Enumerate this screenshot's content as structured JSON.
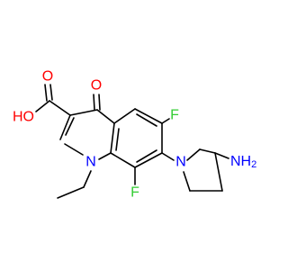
{
  "colors": {
    "bond": "#000000",
    "oxygen": "#ff0000",
    "nitrogen": "#0000ff",
    "fluorine": "#33cc33",
    "background": "#ffffff"
  },
  "atoms": {
    "carbonyl_o": "O",
    "acid_oh": "HO",
    "acid_o": "O",
    "n1": "N",
    "f6": "F",
    "f8": "F",
    "n_pyrrolidine": "N",
    "amine": "NH",
    "amine_sub": "2"
  }
}
